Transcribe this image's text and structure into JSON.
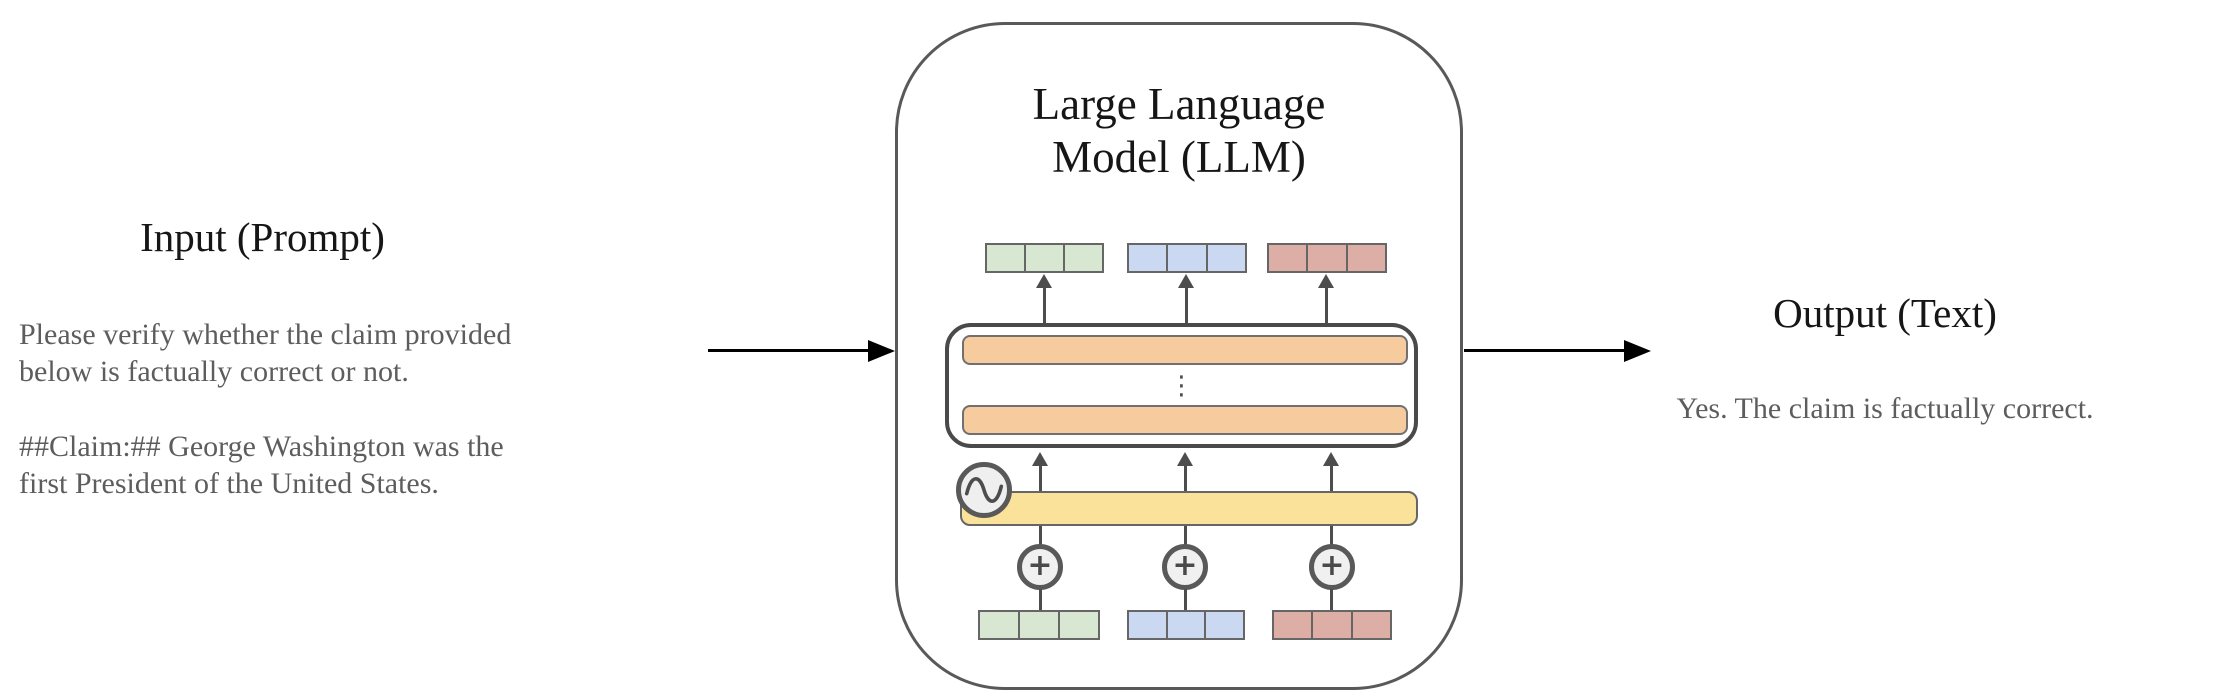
{
  "input": {
    "title": "Input (Prompt)",
    "paragraph1": "Please verify whether the claim provided\nbelow is factually correct or not.",
    "paragraph2": "##Claim:## George Washington was the\nfirst President of the United States."
  },
  "model": {
    "title": "Large Language\nModel (LLM)",
    "ellipsis": "⋮",
    "plus": "+"
  },
  "output": {
    "title": "Output (Text)",
    "text": "Yes. The claim is factually correct."
  },
  "colors": {
    "token_green": "#d7e7d1",
    "token_blue": "#cbd8f2",
    "token_red": "#dcaea6",
    "layer_orange": "#f6cb9d",
    "embedding_yellow": "#fbe29a",
    "shape_border_gray": "#666666",
    "box_border_gray": "#595959",
    "connector_dark": "#4d4d4d",
    "heading_black": "#161616",
    "body_gray": "#5d5d5d",
    "arrow_black": "#000000"
  }
}
